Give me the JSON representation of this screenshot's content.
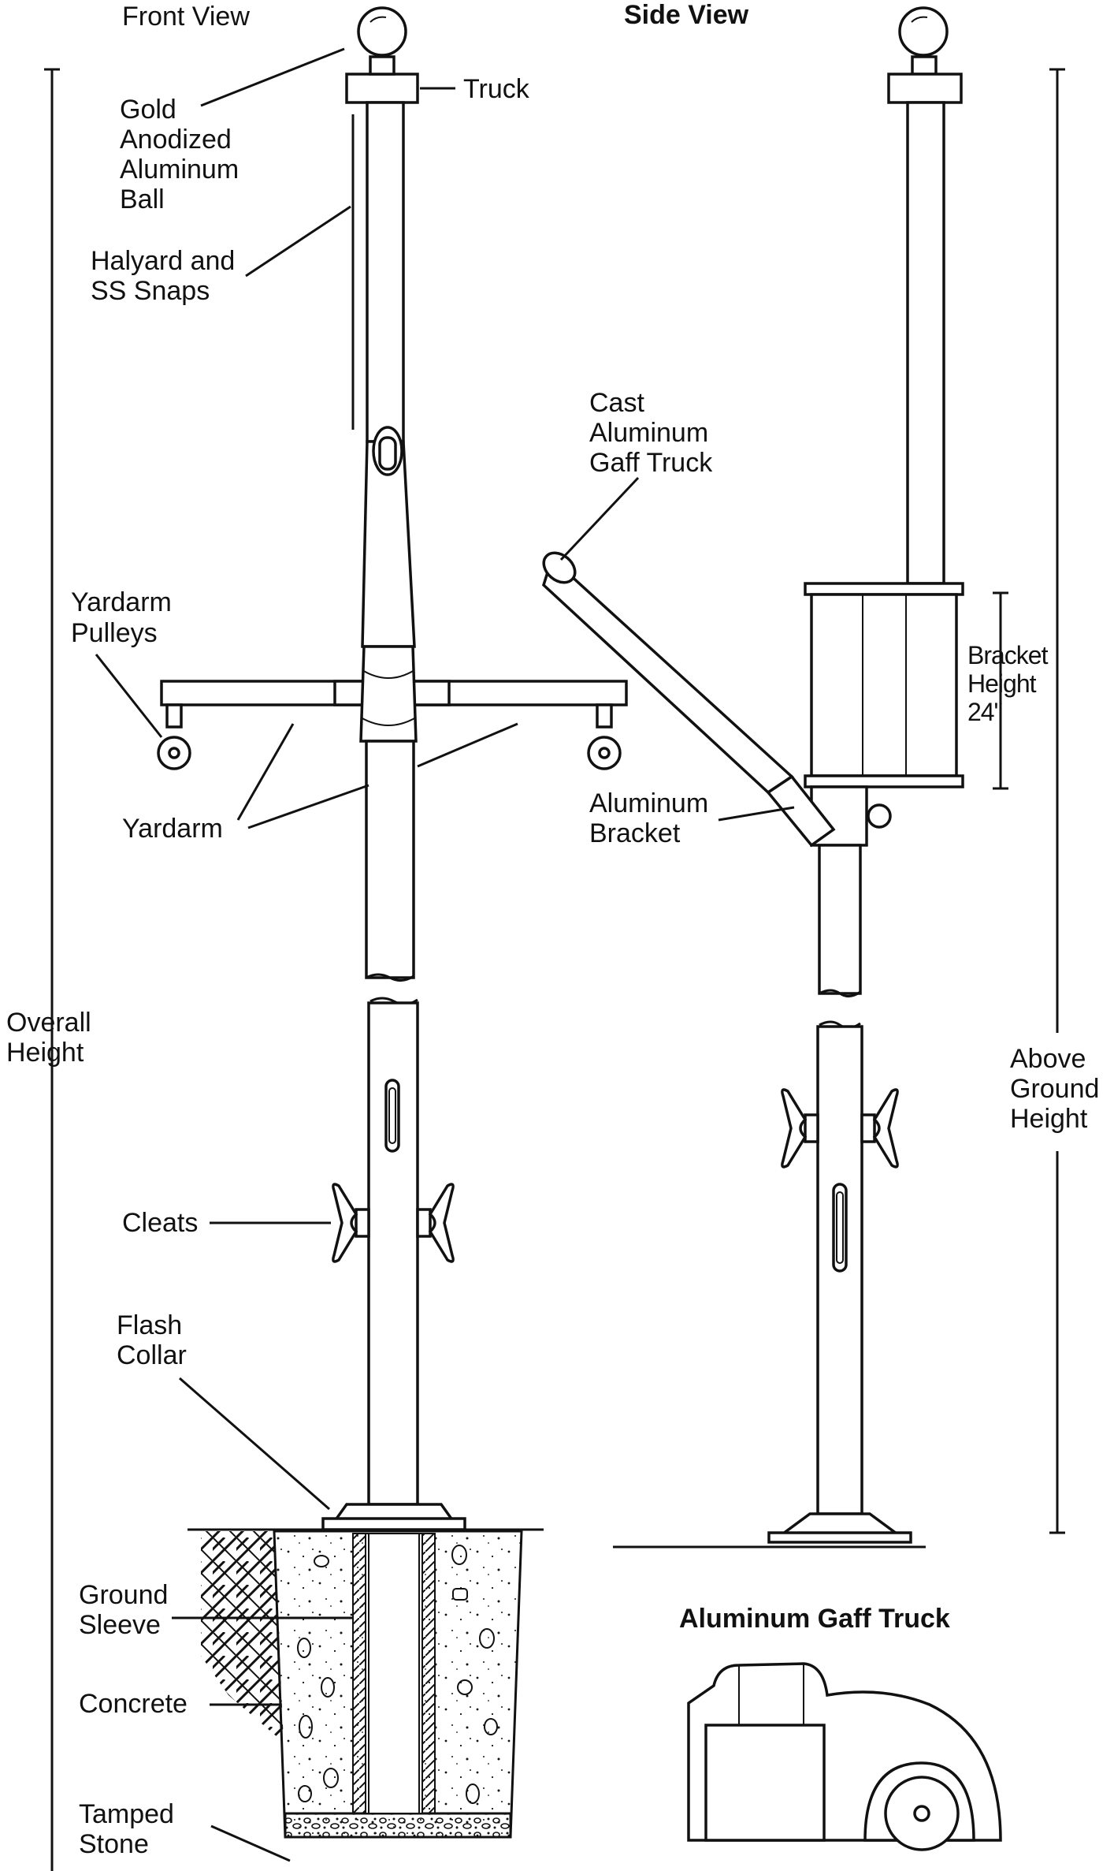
{
  "views": {
    "front": "Front View",
    "side": "Side View"
  },
  "labels": {
    "ball": [
      "Gold",
      "Anodized",
      "Aluminum",
      "Ball"
    ],
    "truck": "Truck",
    "halyard": [
      "Halyard and",
      "SS Snaps"
    ],
    "yardarm_pulleys": [
      "Yardarm",
      "Pulleys"
    ],
    "yardarm": "Yardarm",
    "overall_height": [
      "Overall",
      "Height"
    ],
    "cleats": "Cleats",
    "flash_collar": [
      "Flash",
      "Collar"
    ],
    "ground_sleeve": [
      "Ground",
      "Sleeve"
    ],
    "concrete": "Concrete",
    "tamped_stone": [
      "Tamped",
      "Stone"
    ],
    "gaff_truck": [
      "Cast",
      "Aluminum",
      "Gaff Truck"
    ],
    "bracket": [
      "Aluminum",
      "Bracket"
    ],
    "bracket_height": [
      "Bracket",
      "Height",
      "24\""
    ],
    "above_ground_height": [
      "Above",
      "Ground",
      "Height"
    ],
    "detail_title": "Aluminum Gaff Truck"
  },
  "colors": {
    "ink": "#111111",
    "paper": "#ffffff"
  }
}
